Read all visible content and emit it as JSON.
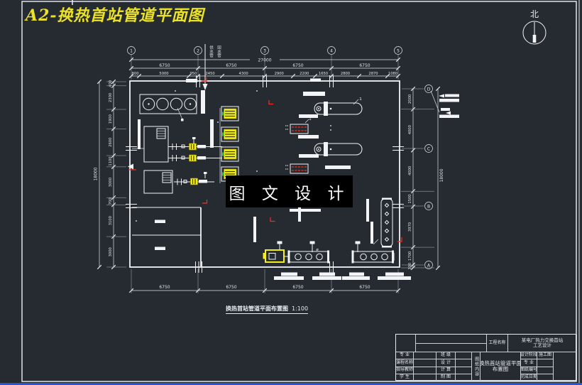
{
  "sheet": {
    "title": "A2-换热首站管道平面图",
    "north_label": "北",
    "watermark": "图 文 设 计",
    "caption_name": "换热首站管道平面布置图",
    "caption_scale": "1:100"
  },
  "colors": {
    "background": "#262b32",
    "line_white": "#f2f4f6",
    "title_yellow": "#ebe226",
    "equipment_yellow": "#f2ef1d",
    "accent_red": "#ff2a1a",
    "accent_green": "#1ec41e",
    "window_edge_blue": "#2e54cc",
    "watermark_bg": "#000000"
  },
  "grid": {
    "col_bubbles": [
      "1",
      "2",
      "3",
      "4",
      "5"
    ],
    "row_bubbles": [
      "D",
      "C",
      "B",
      "A"
    ]
  },
  "dims": {
    "overall_width": "27000",
    "overall_height_left": "18000",
    "overall_height_right": "18000",
    "top_bays": [
      "6750",
      "6750",
      "6750",
      "6750"
    ],
    "top_detail": [
      "800",
      "5000",
      "950",
      "2450",
      "4300",
      "2900",
      "2200",
      "1650",
      "2800",
      "2870",
      "1080"
    ],
    "left_chain": [
      "400",
      "2300",
      "1900",
      "2600",
      "1100",
      "3000",
      "700",
      "3100",
      "3000"
    ],
    "right_chain": [
      "2000",
      "4000",
      "4000",
      "1500",
      "3970",
      "1700",
      "300"
    ],
    "bottom_bays": [
      "6750",
      "6750",
      "6750",
      "6750"
    ]
  },
  "pipe_risers": [
    "供水管",
    "回水管"
  ],
  "equipment_tags": {
    "vessel": "1",
    "pump": "1",
    "phi": "ø"
  },
  "title_block": {
    "project_name_label": "工程名称",
    "project_name_line1": "某电厂热力交换首站",
    "project_name_line2": "工艺设计",
    "drawing_content_label": "图纸内容",
    "drawing_name_line1": "换热首站管道平面",
    "drawing_name_line2": "布置图",
    "col1_rows": [
      "专 业",
      "课程名称",
      "指导教师",
      "学 生"
    ],
    "col2_rows": [
      "班 级",
      "设 计",
      "计 算",
      "制 图"
    ],
    "col3_rows": [
      "设计阶段",
      "专 业",
      "图纸编号",
      "完成日期"
    ],
    "col3_values": [
      "施工图",
      "",
      "",
      ""
    ]
  }
}
